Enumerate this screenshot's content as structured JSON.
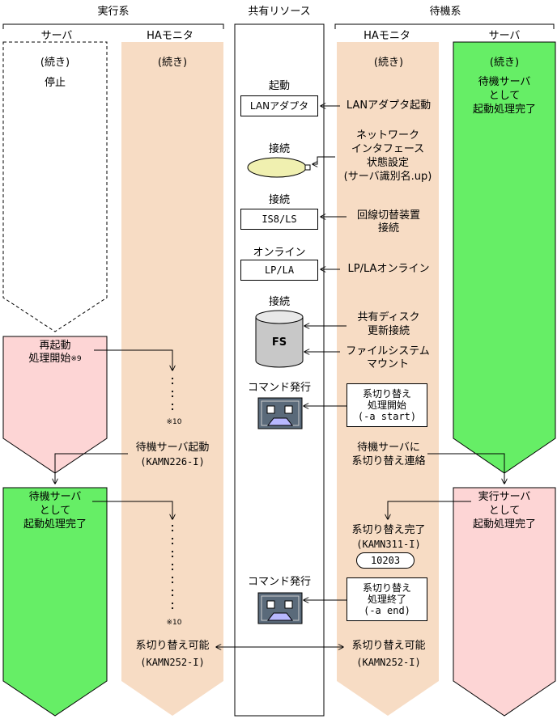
{
  "headers": {
    "active_system": "実行系",
    "shared_resources": "共有リソース",
    "standby_system": "待機系",
    "active_server": "サーバ",
    "active_ha_monitor": "HAモニタ",
    "standby_ha_monitor": "HAモニタ",
    "standby_server": "サーバ"
  },
  "active_server": {
    "continued": "(続き)",
    "stopped": "停止",
    "restart_line1": "再起動",
    "restart_line2": "処理開始",
    "restart_note": "※9",
    "started_line1": "待機サーバ",
    "started_line2": "として",
    "started_line3": "起動処理完了"
  },
  "active_ha": {
    "continued": "(続き)",
    "note1": "※10",
    "standby_start_line1": "待機サーバ起動",
    "standby_start_line2": "(KAMN226-I)",
    "note2": "※10",
    "switch_possible_line1": "系切り替え可能",
    "switch_possible_line2": "(KAMN252-I)"
  },
  "shared": {
    "lan_label": "起動",
    "lan_box": "LANアダプタ",
    "net_label": "接続",
    "is8_label": "接続",
    "is8_box": "IS8/LS",
    "lp_label": "オンライン",
    "lp_box": "LP/LA",
    "disk_label": "接続",
    "disk_box": "FS",
    "cmd1_label": "コマンド発行",
    "cmd2_label": "コマンド発行"
  },
  "standby_ha": {
    "continued": "(続き)",
    "lan_start": "LANアダプタ起動",
    "net_line1": "ネットワーク",
    "net_line2": "インタフェース",
    "net_line3": "状態設定",
    "net_line4": "(サーバ識別名.up)",
    "is8_line1": "回線切替装置",
    "is8_line2": "接続",
    "lp_online": "LP/LAオンライン",
    "disk_line1": "共有ディスク",
    "disk_line2": "更新接続",
    "fs_line1": "ファイルシステム",
    "fs_line2": "マウント",
    "start_box_line1": "系切り替え",
    "start_box_line2": "処理開始",
    "start_box_line3": "(-a start)",
    "notify_line1": "待機サーバに",
    "notify_line2": "系切り替え連絡",
    "done_line1": "系切り替え完了",
    "done_line2": "(KAMN311-I)",
    "done_code": "10203",
    "end_box_line1": "系切り替え",
    "end_box_line2": "処理終了",
    "end_box_line3": "(-a end)",
    "switch_possible_line1": "系切り替え可能",
    "switch_possible_line2": "(KAMN252-I)"
  },
  "standby_server": {
    "continued": "(続き)",
    "started_line1": "待機サーバ",
    "started_line2": "として",
    "started_line3": "起動処理完了",
    "active_line1": "実行サーバ",
    "active_line2": "として",
    "active_line3": "起動処理完了"
  },
  "colors": {
    "peach": "#f7dcc4",
    "pink": "#fdd5d5",
    "green": "#66ee66",
    "disk": "#c8c8c8",
    "ellipse": "#f0f0b0",
    "terminal": "#5a6a7a"
  }
}
